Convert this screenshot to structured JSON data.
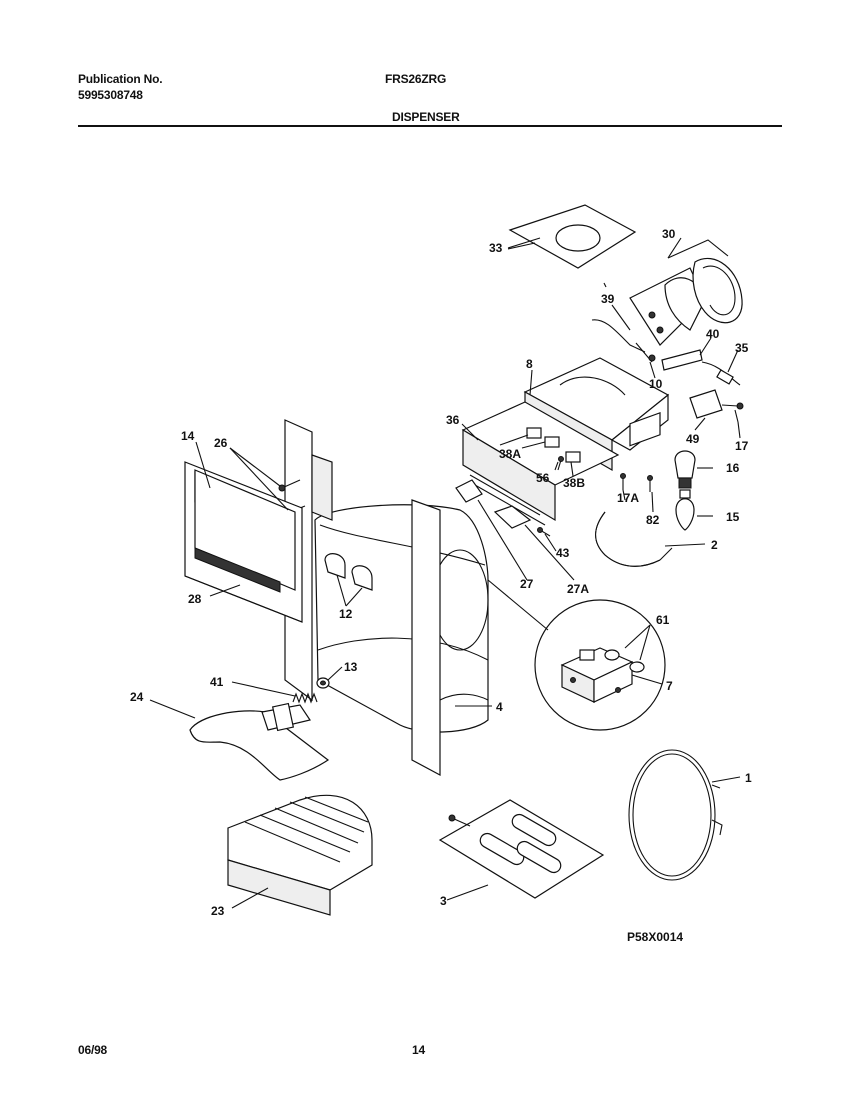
{
  "header": {
    "publication_label": "Publication No.",
    "publication_number": "5995308748",
    "model": "FRS26ZRG",
    "section": "DISPENSER"
  },
  "footer": {
    "date": "06/98",
    "page": "14"
  },
  "diagram_code": "P58X0014",
  "callouts": [
    "30",
    "33",
    "39",
    "40",
    "35",
    "10",
    "8",
    "36",
    "38A",
    "56",
    "38B",
    "49",
    "17",
    "16",
    "17A",
    "82",
    "15",
    "2",
    "43",
    "27",
    "27A",
    "14",
    "26",
    "28",
    "12",
    "61",
    "7",
    "41",
    "13",
    "24",
    "4",
    "1",
    "23",
    "3"
  ]
}
